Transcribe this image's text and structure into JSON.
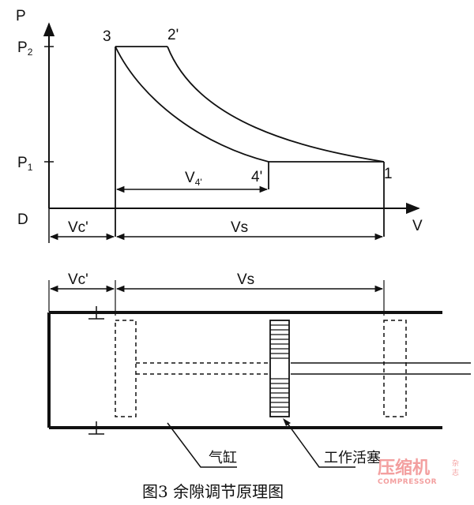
{
  "pv_diagram": {
    "axis_p": "P",
    "axis_v": "V",
    "origin": "D",
    "p2_main": "P",
    "p2_sub": "2",
    "p1_main": "P",
    "p1_sub": "1",
    "point_1": "1",
    "point_2p": "2'",
    "point_3": "3",
    "point_4p": "4'",
    "v4_main": "V",
    "v4_sub": "4'",
    "vc_label": "Vc'",
    "vs_label": "Vs"
  },
  "cylinder_diagram": {
    "vc_label": "Vc'",
    "vs_label": "Vs",
    "cylinder_label": "气缸",
    "piston_label": "工作活塞"
  },
  "caption": "图3  余隙调节原理图",
  "watermark": {
    "main": "压缩机",
    "sub": "COMPRESSOR",
    "mag_1": "杂",
    "mag_2": "志"
  },
  "colors": {
    "line": "#111111",
    "watermark": "#f08080"
  }
}
